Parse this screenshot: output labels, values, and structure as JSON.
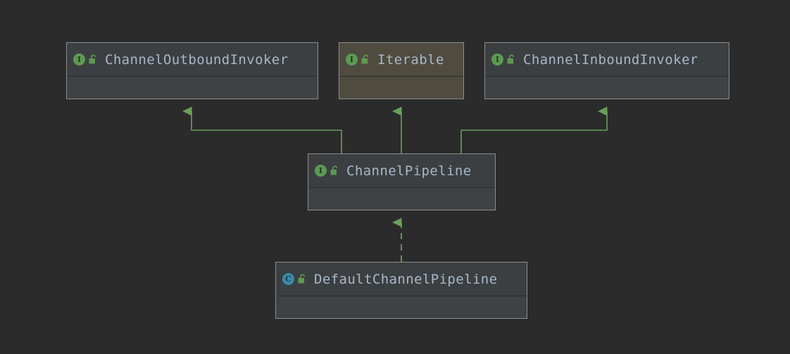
{
  "diagram": {
    "type": "uml-class-diagram",
    "background_color": "#2b2b2b",
    "edge_color": "#6a9f5b",
    "border_color": "#8d8d8d",
    "title_color": "#a9b7c6",
    "node_background": "#3f4244",
    "highlight_background": "#4f4b3f",
    "interface_icon_color": "#5d9a52",
    "class_icon_color": "#3b8aa8"
  },
  "nodes": [
    {
      "id": "outbound",
      "name": "ChannelOutboundInvoker",
      "stereotype": "interface",
      "type_icon": "interface-icon",
      "type_icon_letter": "I",
      "visibility_icon": "unlocked-padlock-icon",
      "highlighted": false
    },
    {
      "id": "iterable",
      "name": "Iterable",
      "stereotype": "interface",
      "type_icon": "interface-icon",
      "type_icon_letter": "I",
      "visibility_icon": "unlocked-padlock-icon",
      "highlighted": true
    },
    {
      "id": "inbound",
      "name": "ChannelInboundInvoker",
      "stereotype": "interface",
      "type_icon": "interface-icon",
      "type_icon_letter": "I",
      "visibility_icon": "unlocked-padlock-icon",
      "highlighted": false
    },
    {
      "id": "pipeline",
      "name": "ChannelPipeline",
      "stereotype": "interface",
      "type_icon": "interface-icon",
      "type_icon_letter": "I",
      "visibility_icon": "unlocked-padlock-icon",
      "highlighted": false
    },
    {
      "id": "default",
      "name": "DefaultChannelPipeline",
      "stereotype": "class",
      "type_icon": "class-icon",
      "type_icon_letter": "C",
      "visibility_icon": "unlocked-padlock-icon",
      "highlighted": false
    }
  ],
  "edges": [
    {
      "id": "pipeline-to-outbound",
      "from": "pipeline",
      "to": "outbound",
      "relationship": "generalization",
      "style": "solid",
      "arrowhead": "filled-triangle"
    },
    {
      "id": "pipeline-to-iterable",
      "from": "pipeline",
      "to": "iterable",
      "relationship": "generalization",
      "style": "solid",
      "arrowhead": "filled-triangle"
    },
    {
      "id": "pipeline-to-inbound",
      "from": "pipeline",
      "to": "inbound",
      "relationship": "generalization",
      "style": "solid",
      "arrowhead": "filled-triangle"
    },
    {
      "id": "default-to-pipeline",
      "from": "default",
      "to": "pipeline",
      "relationship": "realization",
      "style": "dashed",
      "arrowhead": "filled-triangle"
    }
  ]
}
